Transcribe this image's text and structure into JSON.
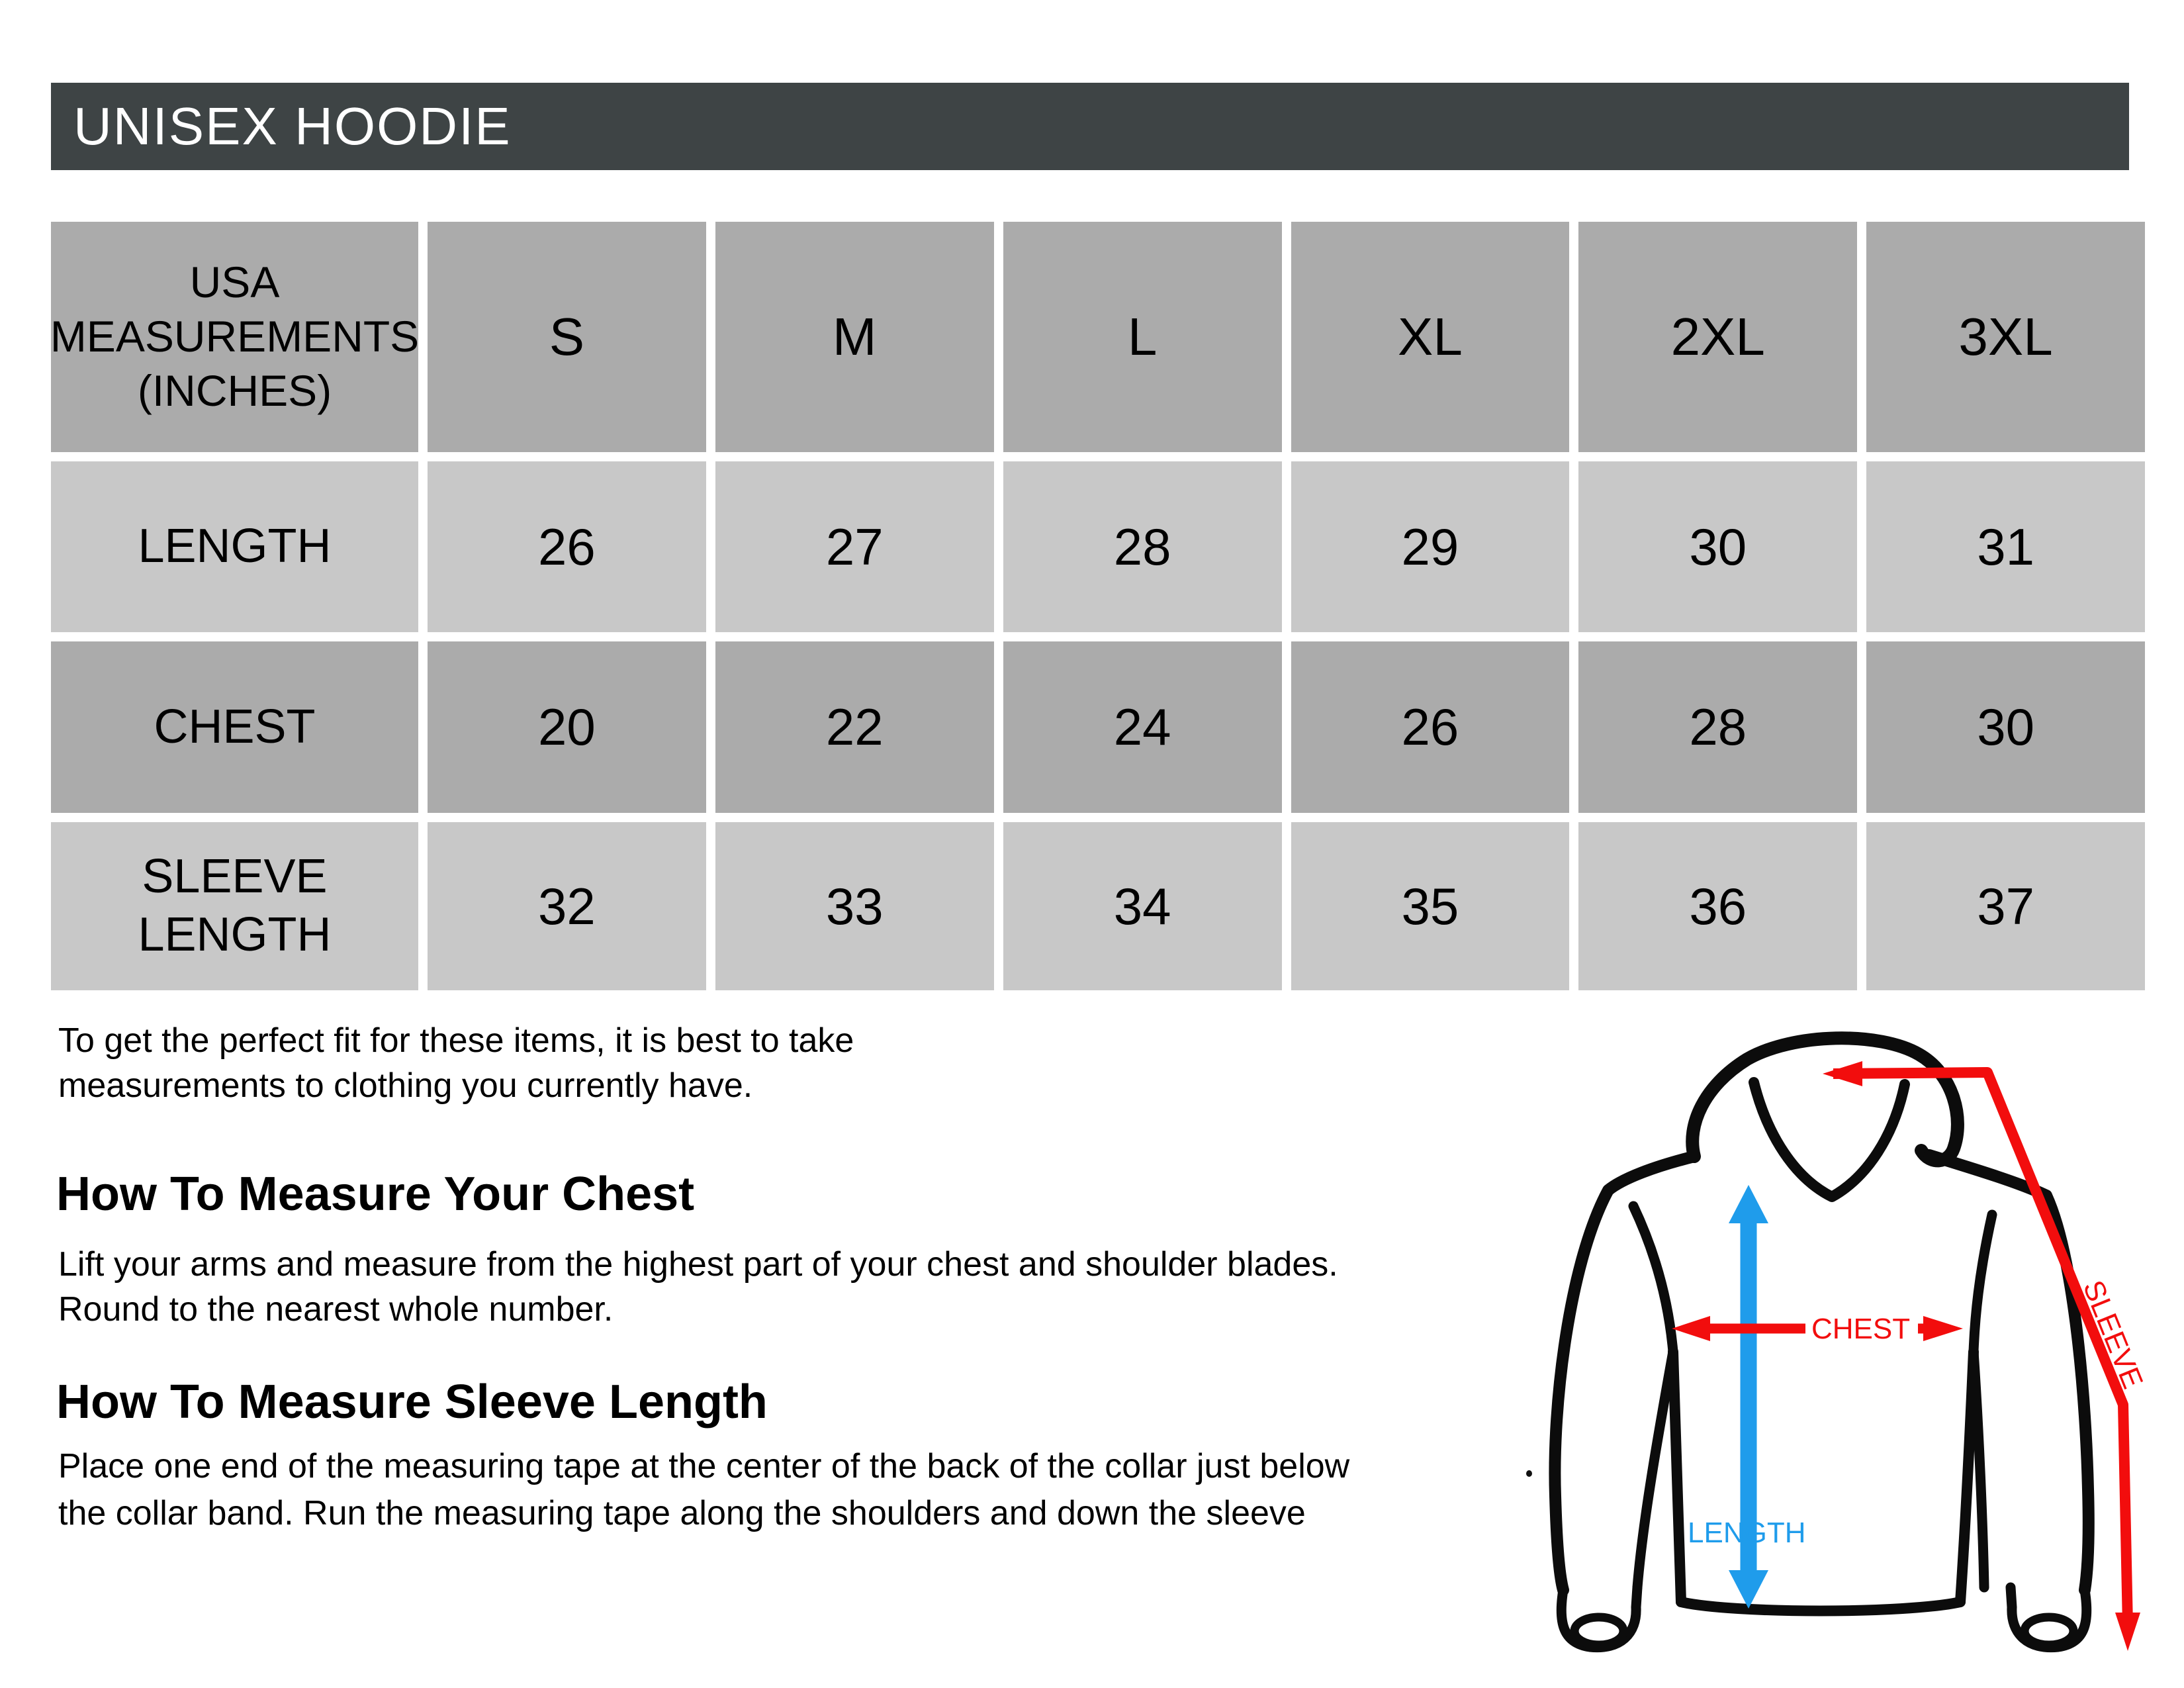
{
  "title": "UNISEX HOODIE",
  "table": {
    "header": {
      "label": "USA MEASUREMENTS (INCHES)",
      "sizes": [
        "S",
        "M",
        "L",
        "XL",
        "2XL",
        "3XL"
      ]
    },
    "rows": [
      {
        "label": "LENGTH",
        "values": [
          "26",
          "27",
          "28",
          "29",
          "30",
          "31"
        ]
      },
      {
        "label": "CHEST",
        "values": [
          "20",
          "22",
          "24",
          "26",
          "28",
          "30"
        ]
      },
      {
        "label": "SLEEVE LENGTH",
        "values": [
          "32",
          "33",
          "34",
          "35",
          "36",
          "37"
        ]
      }
    ]
  },
  "notes": {
    "intro_line1": "To get the perfect fit for these items, it is best to take",
    "intro_line2": "measurements to clothing you currently have.",
    "chest_heading": "How To Measure Your Chest",
    "chest_line1": "Lift your arms and measure from the highest part of your chest and shoulder blades.",
    "chest_line2": "Round to the nearest whole number.",
    "sleeve_heading": "How To Measure Sleeve Length",
    "sleeve_line1": "Place one end of the measuring tape at the center of the back of the collar just below",
    "sleeve_line2": "the collar band. Run the measuring tape along the shoulders and down the sleeve"
  },
  "diagram": {
    "chest_label": "CHEST",
    "length_label": "LENGTH",
    "sleeve_label": "SLEEVE"
  },
  "colors": {
    "title_bar": "#3e4445",
    "title_text": "#ffffff",
    "row_dark": "#ababab",
    "row_light": "#c8c8c8",
    "red": "#f20d0d",
    "blue": "#1f9ceb",
    "outline": "#0c0c0c"
  }
}
